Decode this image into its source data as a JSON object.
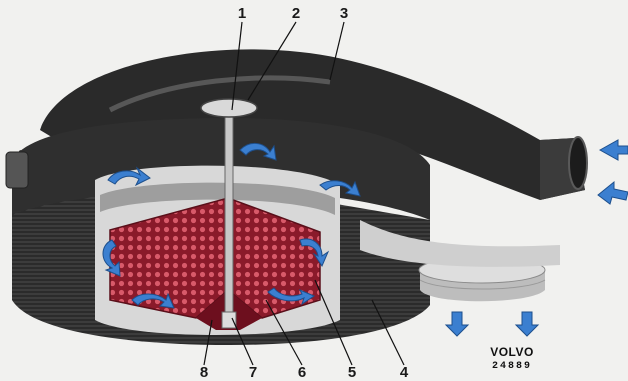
{
  "callouts": [
    {
      "id": "callout-1",
      "label": "1"
    },
    {
      "id": "callout-2",
      "label": "2"
    },
    {
      "id": "callout-3",
      "label": "3"
    },
    {
      "id": "callout-4",
      "label": "4"
    },
    {
      "id": "callout-5",
      "label": "5"
    },
    {
      "id": "callout-6",
      "label": "6"
    },
    {
      "id": "callout-7",
      "label": "7"
    },
    {
      "id": "callout-8",
      "label": "8"
    }
  ],
  "brand": "VOLVO",
  "figure_code": "24889",
  "colors": {
    "housing": "#262626",
    "filter_element": "#8a1a2a",
    "airflow_arrows": "#3b7fd0",
    "background": "#f1f1ef"
  }
}
